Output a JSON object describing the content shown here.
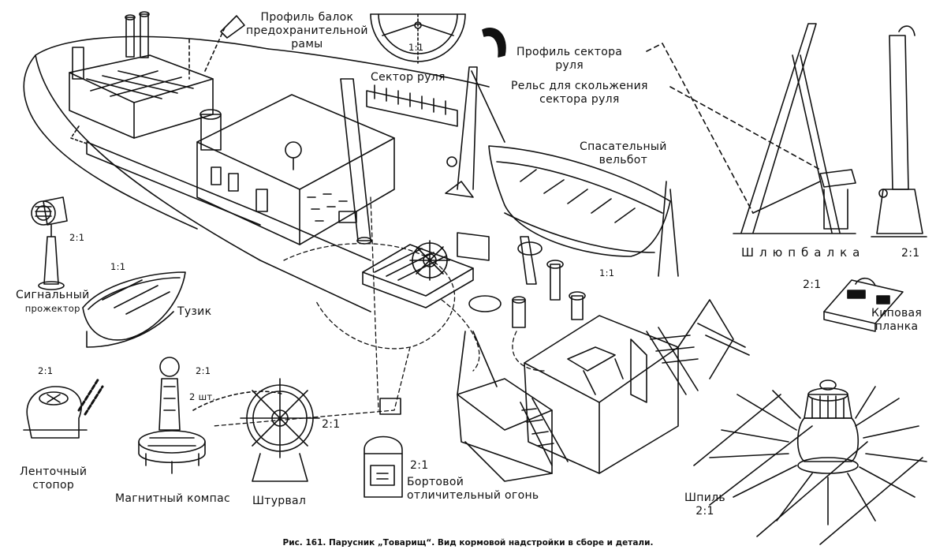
{
  "labels": {
    "beam_profile": [
      "Профиль балок",
      "предохранительной",
      "рамы"
    ],
    "rudder_sector": "Сектор руля",
    "sector_profile": [
      "Профиль сектора",
      "руля"
    ],
    "sector_rail": [
      "Рельс для скольжения",
      "сектора руля"
    ],
    "lifeboat": [
      "Спасательный",
      "вельбот"
    ],
    "davit": "Шлюпбалка",
    "signal_projector": [
      "Сигнальный",
      "прожектор"
    ],
    "dinghy": "Тузик",
    "fairlead": [
      "Киповая",
      "планка"
    ],
    "chain_stopper": [
      "Ленточный",
      "стопор"
    ],
    "magnetic_compass": "Магнитный компас",
    "steering_wheel": "Штурвал",
    "side_light": [
      "Бортовой",
      "отличительный огонь"
    ],
    "capstan": "Шпиль"
  },
  "scales": {
    "rudder_sector": "1:1",
    "signal_projector": "2:1",
    "dinghy": "1:1",
    "lifeboat": "1:1",
    "davit": "2:1",
    "fairlead": "2:1",
    "chain_stopper": "2:1",
    "compass": "2:1",
    "compass_count": "2 шт.",
    "wheel": "2:1",
    "side_light": "2:1",
    "capstan": "2:1"
  },
  "caption": "Рис. 161. Парусник „Товарищ“. Вид кормовой надстройки в сборе и детали."
}
